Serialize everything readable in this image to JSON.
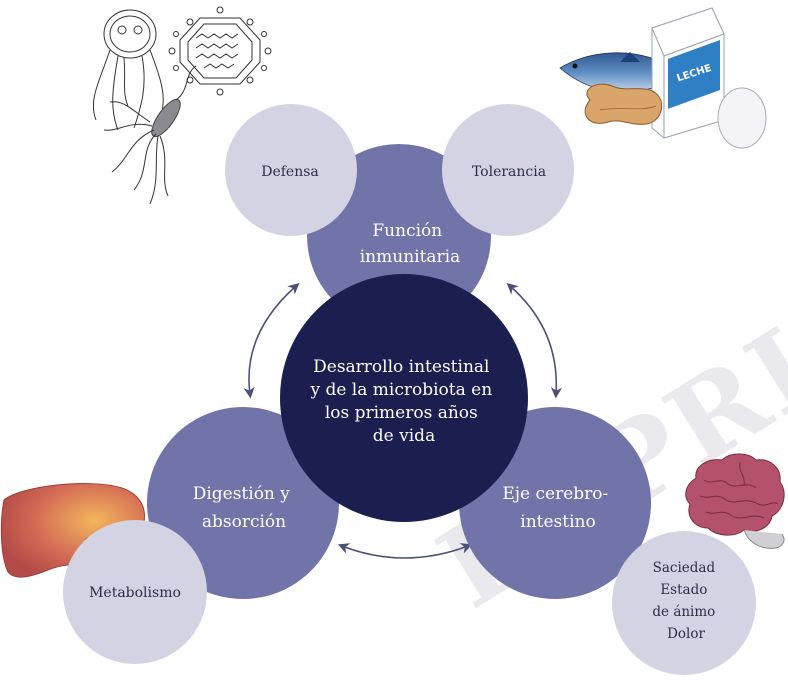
{
  "watermark": "IMPRIMIR",
  "center": {
    "lines": [
      "Desarrollo intestinal",
      "y de la microbiota en",
      "los primeros años",
      "de vida"
    ]
  },
  "immune": {
    "lines": [
      "Función",
      "inmunitaria"
    ]
  },
  "digestion": {
    "lines": [
      "Digestión y",
      "absorción"
    ]
  },
  "brain_gut": {
    "lines": [
      "Eje cerebro-",
      "intestino"
    ]
  },
  "defense": {
    "label": "Defensa"
  },
  "tolerance": {
    "label": "Tolerancia"
  },
  "metabolism": {
    "label": "Metabolismo"
  },
  "brain_effects": {
    "lines": [
      "Saciedad",
      "Estado",
      "de ánimo",
      "Dolor"
    ]
  },
  "milk_carton": {
    "label": "LECHE"
  },
  "colors": {
    "center": "#1b1f4f",
    "main": "#7174a8",
    "satellite": "#d4d3e4",
    "arrow": "#4b4f7a"
  }
}
